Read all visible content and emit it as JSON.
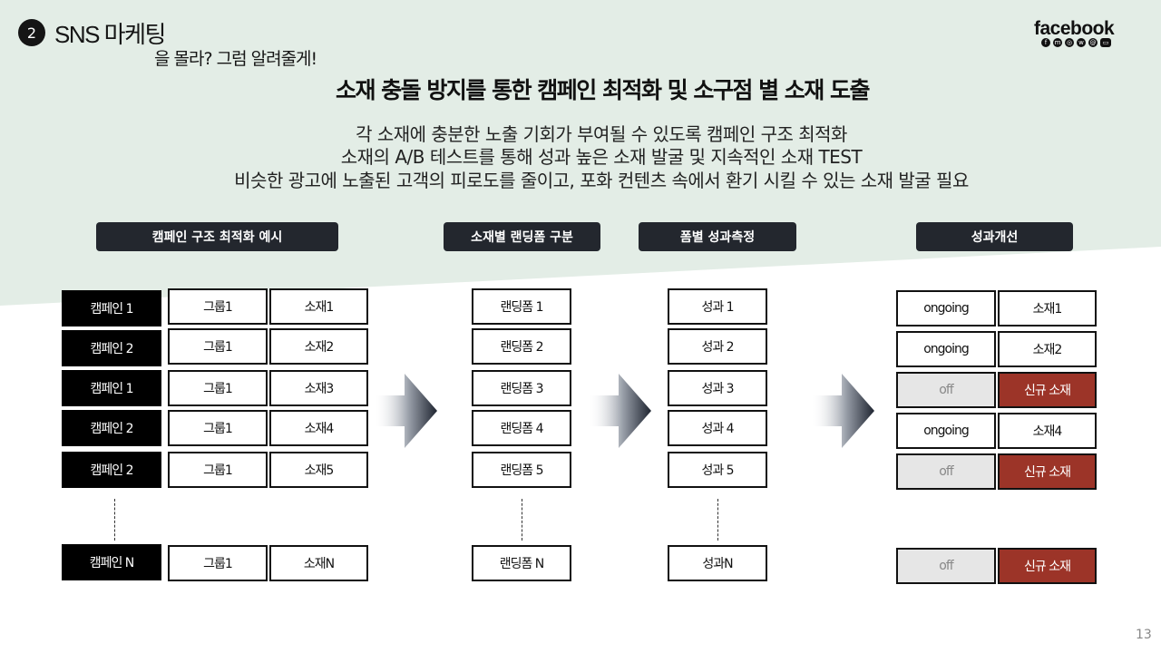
{
  "header": {
    "section_number": "2",
    "section_title": "SNS 마케팅",
    "section_subtitle": "을 몰라? 그럼 알려줄게!",
    "brand": "facebook"
  },
  "headline": "소재 충돌 방지를 통한 캠페인 최적화 및 소구점 별 소재 도출",
  "description": [
    "각 소재에 충분한 노출 기회가 부여될 수 있도록 캠페인 구조 최적화",
    "소재의 A/B 테스트를 통해 성과 높은 소재 발굴 및 지속적인 소재 TEST",
    "비슷한 광고에 노출된 고객의 피로도를 줄이고, 포화 컨텐츠 속에서 환기 시킬 수 있는 소재 발굴 필요"
  ],
  "pills": [
    "캠페인 구조 최적화 예시",
    "소재별 랜딩폼 구분",
    "폼별 성과측정",
    "성과개선"
  ],
  "campaign_rows": [
    {
      "campaign": "캠페인 1",
      "group": "그룹1",
      "material": "소재1"
    },
    {
      "campaign": "캠페인 2",
      "group": "그룹1",
      "material": "소재2"
    },
    {
      "campaign": "캠페인 1",
      "group": "그룹1",
      "material": "소재3"
    },
    {
      "campaign": "캠페인 2",
      "group": "그룹1",
      "material": "소재4"
    },
    {
      "campaign": "캠페인 2",
      "group": "그룹1",
      "material": "소재5"
    },
    {
      "campaign": "캠페인 N",
      "group": "그룹1",
      "material": "소재N"
    }
  ],
  "landing_forms": [
    "랜딩폼 1",
    "랜딩폼 2",
    "랜딩폼 3",
    "랜딩폼 4",
    "랜딩폼 5",
    "랜딩폼 N"
  ],
  "results": [
    "성과 1",
    "성과 2",
    "성과 3",
    "성과 4",
    "성과 5",
    "성과N"
  ],
  "improvements": [
    {
      "status": "ongoing",
      "material": "소재1"
    },
    {
      "status": "ongoing",
      "material": "소재2"
    },
    {
      "status": "off",
      "material": "신규 소재"
    },
    {
      "status": "ongoing",
      "material": "소재4"
    },
    {
      "status": "off",
      "material": "신규 소재"
    },
    {
      "status": "off",
      "material": "신규 소재"
    }
  ],
  "page_number": "13",
  "colors": {
    "band": "#e3ede6",
    "pill": "#23272e",
    "new_material": "#9c3428",
    "off_cell": "#e6e6e6"
  }
}
